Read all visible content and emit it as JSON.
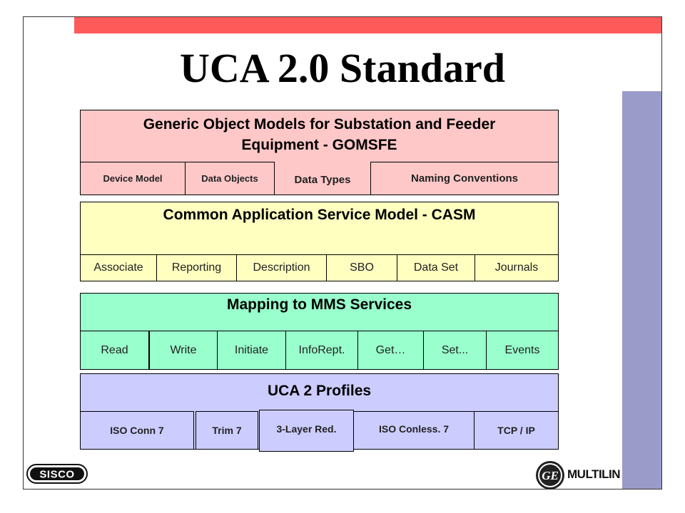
{
  "title": "UCA 2.0 Standard",
  "layers": {
    "gomsfe": {
      "title_line1": "Generic Object Models for Substation and Feeder",
      "title_line2": "Equipment - GOMSFE",
      "color": "#ffc8c8",
      "items": [
        "Device Model",
        "Data Objects",
        "Data Types",
        "Naming Conventions"
      ]
    },
    "casm": {
      "title": "Common Application Service Model - CASM",
      "color": "#ffffc0",
      "items": [
        "Associate",
        "Reporting",
        "Description",
        "SBO",
        "Data Set",
        "Journals"
      ]
    },
    "mms": {
      "title": "Mapping to MMS Services",
      "color": "#99ffcc",
      "items": [
        "Read",
        "Write",
        "Initiate",
        "InfoRept.",
        "Get…",
        "Set...",
        "Events"
      ]
    },
    "profiles": {
      "title": "UCA 2 Profiles",
      "color": "#ccccff",
      "items": [
        "ISO Conn 7",
        "Trim 7",
        "3-Layer Red.",
        "ISO Conless. 7",
        "TCP / IP"
      ]
    }
  },
  "logos": {
    "left": "SISCO",
    "right_brand": "GE",
    "right": "MULTILIN"
  },
  "colors": {
    "top_bar": "#ff5a5a",
    "side_bar": "#9b9bc9"
  }
}
